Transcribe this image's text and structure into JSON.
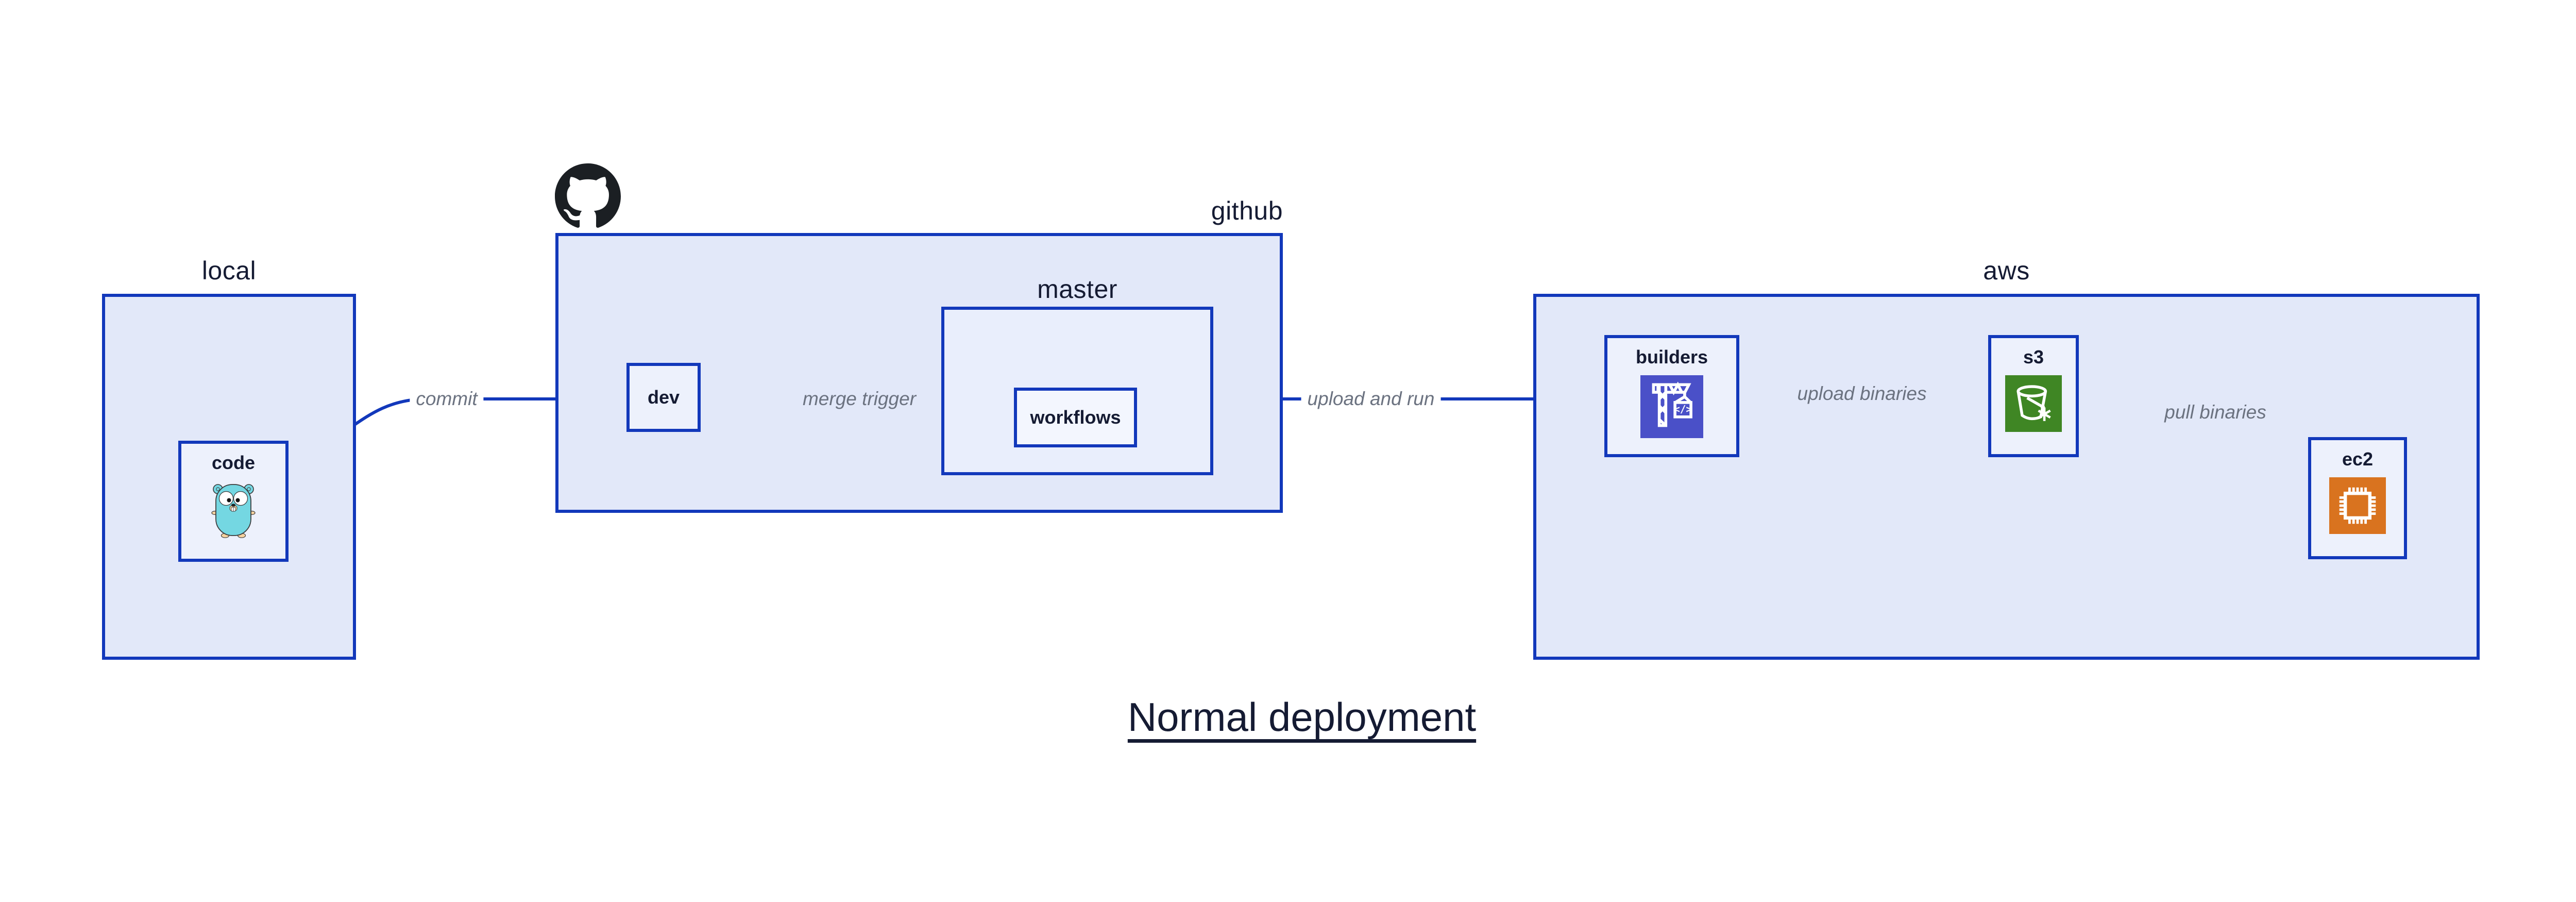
{
  "title": "Normal deployment",
  "containers": {
    "local": {
      "label": "local"
    },
    "github": {
      "label": "github"
    },
    "master": {
      "label": "master"
    },
    "aws": {
      "label": "aws"
    }
  },
  "nodes": {
    "code": {
      "label": "code"
    },
    "dev": {
      "label": "dev"
    },
    "workflows": {
      "label": "workflows"
    },
    "builders": {
      "label": "builders"
    },
    "s3": {
      "label": "s3"
    },
    "ec2": {
      "label": "ec2"
    }
  },
  "edges": {
    "commit": {
      "label": "commit"
    },
    "merge_trigger": {
      "label": "merge trigger"
    },
    "upload_and_run": {
      "label": "upload and run"
    },
    "upload_binaries": {
      "label": "upload binaries"
    },
    "pull_binaries": {
      "label": "pull binaries"
    }
  },
  "icons": {
    "code": "go-gopher-icon",
    "github": "github-octocat-icon",
    "builders": "crane-icon",
    "builders_glyph": "</>",
    "s3": "bucket-snowflake-icon",
    "ec2": "cpu-chip-icon"
  },
  "colors": {
    "border_blue": "#1238bb",
    "fill_container": "#e2e8f9",
    "fill_master": "#e9eefc",
    "fill_node": "#edf1fc",
    "fill_workflows": "#f3f6fe",
    "text_dark": "#151b33",
    "edge_gray": "#6b7280",
    "builders_bg": "#4a50c8",
    "s3_bg": "#3f8624",
    "ec2_bg": "#d9731f",
    "octocat": "#1b1f23",
    "gopher_body": "#74d7e2",
    "gopher_skin": "#f7d3a0",
    "page_bg": "#ffffff"
  }
}
